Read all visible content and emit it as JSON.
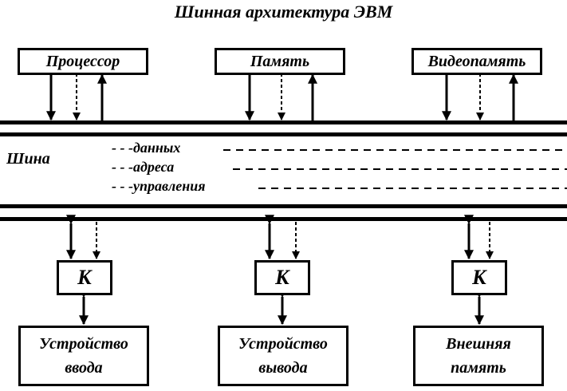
{
  "title": "Шинная архитектура ЭВМ",
  "top_blocks": [
    "Процессор",
    "Память",
    "Видеопамять"
  ],
  "bus": {
    "label": "Шина",
    "lines": [
      "- - -данных",
      "- - -адреса",
      "- - -управления"
    ]
  },
  "controllers": [
    "К",
    "К",
    "К"
  ],
  "devices": [
    {
      "line1": "Устройство",
      "line2": "ввода"
    },
    {
      "line1": "Устройство",
      "line2": "вывода"
    },
    {
      "line1": "Внешняя",
      "line2": "память"
    }
  ]
}
